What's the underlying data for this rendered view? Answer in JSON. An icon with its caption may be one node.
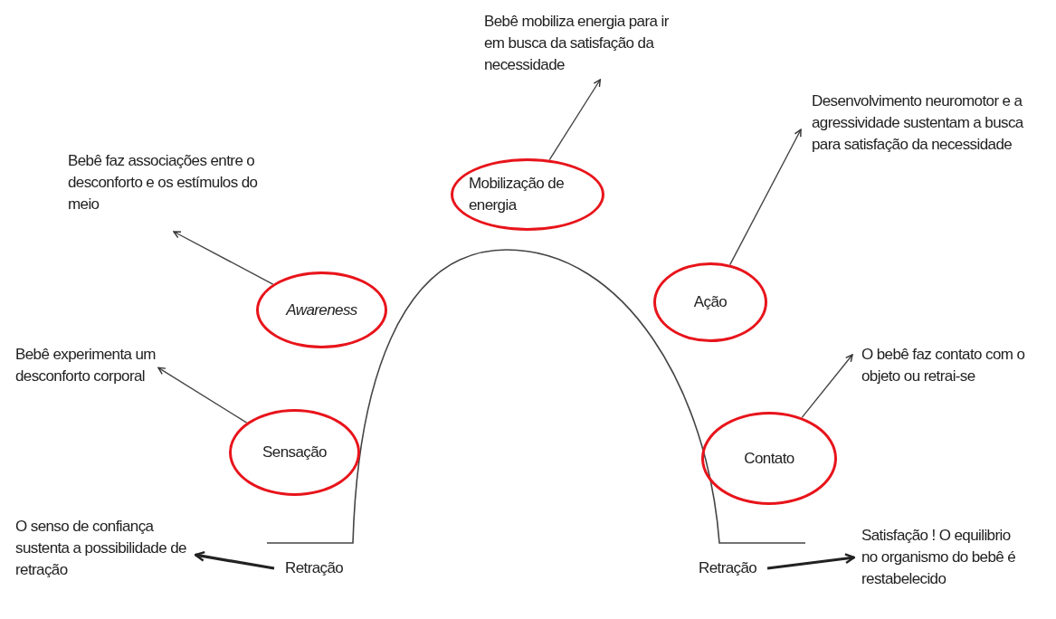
{
  "diagram": {
    "nodes": [
      {
        "text": [
          "Bebê mobiliza energia para ir em busca da satisfação da necessidade"
        ]
      },
      {
        "text": [
          "Desenvolvimento neuromotor e a agressividade sustentam a busca para satisfação da necessidade"
        ]
      },
      {
        "text": [
          "Bebê faz associações entre o desconforto e os estímulos do meio"
        ]
      },
      {
        "text": [
          "Mobilização de energia"
        ]
      },
      {
        "text": [
          "Awareness"
        ]
      },
      {
        "text": [
          "Ação"
        ]
      },
      {
        "text": [
          "Bebê experimenta um desconforto corporal"
        ]
      },
      {
        "text": [
          "O bebê faz contato com o objeto ou retrai-se"
        ]
      },
      {
        "text": [
          "Sensação"
        ]
      },
      {
        "text": [
          "Contato"
        ]
      },
      {
        "text": [
          "O senso de confiança sustenta a possibilidade de retração"
        ]
      },
      {
        "text": [
          "Retração"
        ]
      },
      {
        "text": [
          "Retração"
        ]
      },
      {
        "text": [
          "Satisfação ! O equilibrio no organismo do bebê é restabelecido"
        ]
      }
    ],
    "edges": [
      {
        "from": 3,
        "to": 0,
        "arrow": "to"
      },
      {
        "from": 5,
        "to": 1,
        "arrow": "to"
      },
      {
        "from": 4,
        "to": 2,
        "arrow": "to"
      },
      {
        "from": 8,
        "to": 6,
        "arrow": "to"
      },
      {
        "from": 9,
        "to": 7,
        "arrow": "to"
      },
      {
        "from": 11,
        "to": 10,
        "arrow": "to",
        "style": "thick"
      },
      {
        "from": 12,
        "to": 13,
        "arrow": "to",
        "style": "thick"
      }
    ]
  }
}
